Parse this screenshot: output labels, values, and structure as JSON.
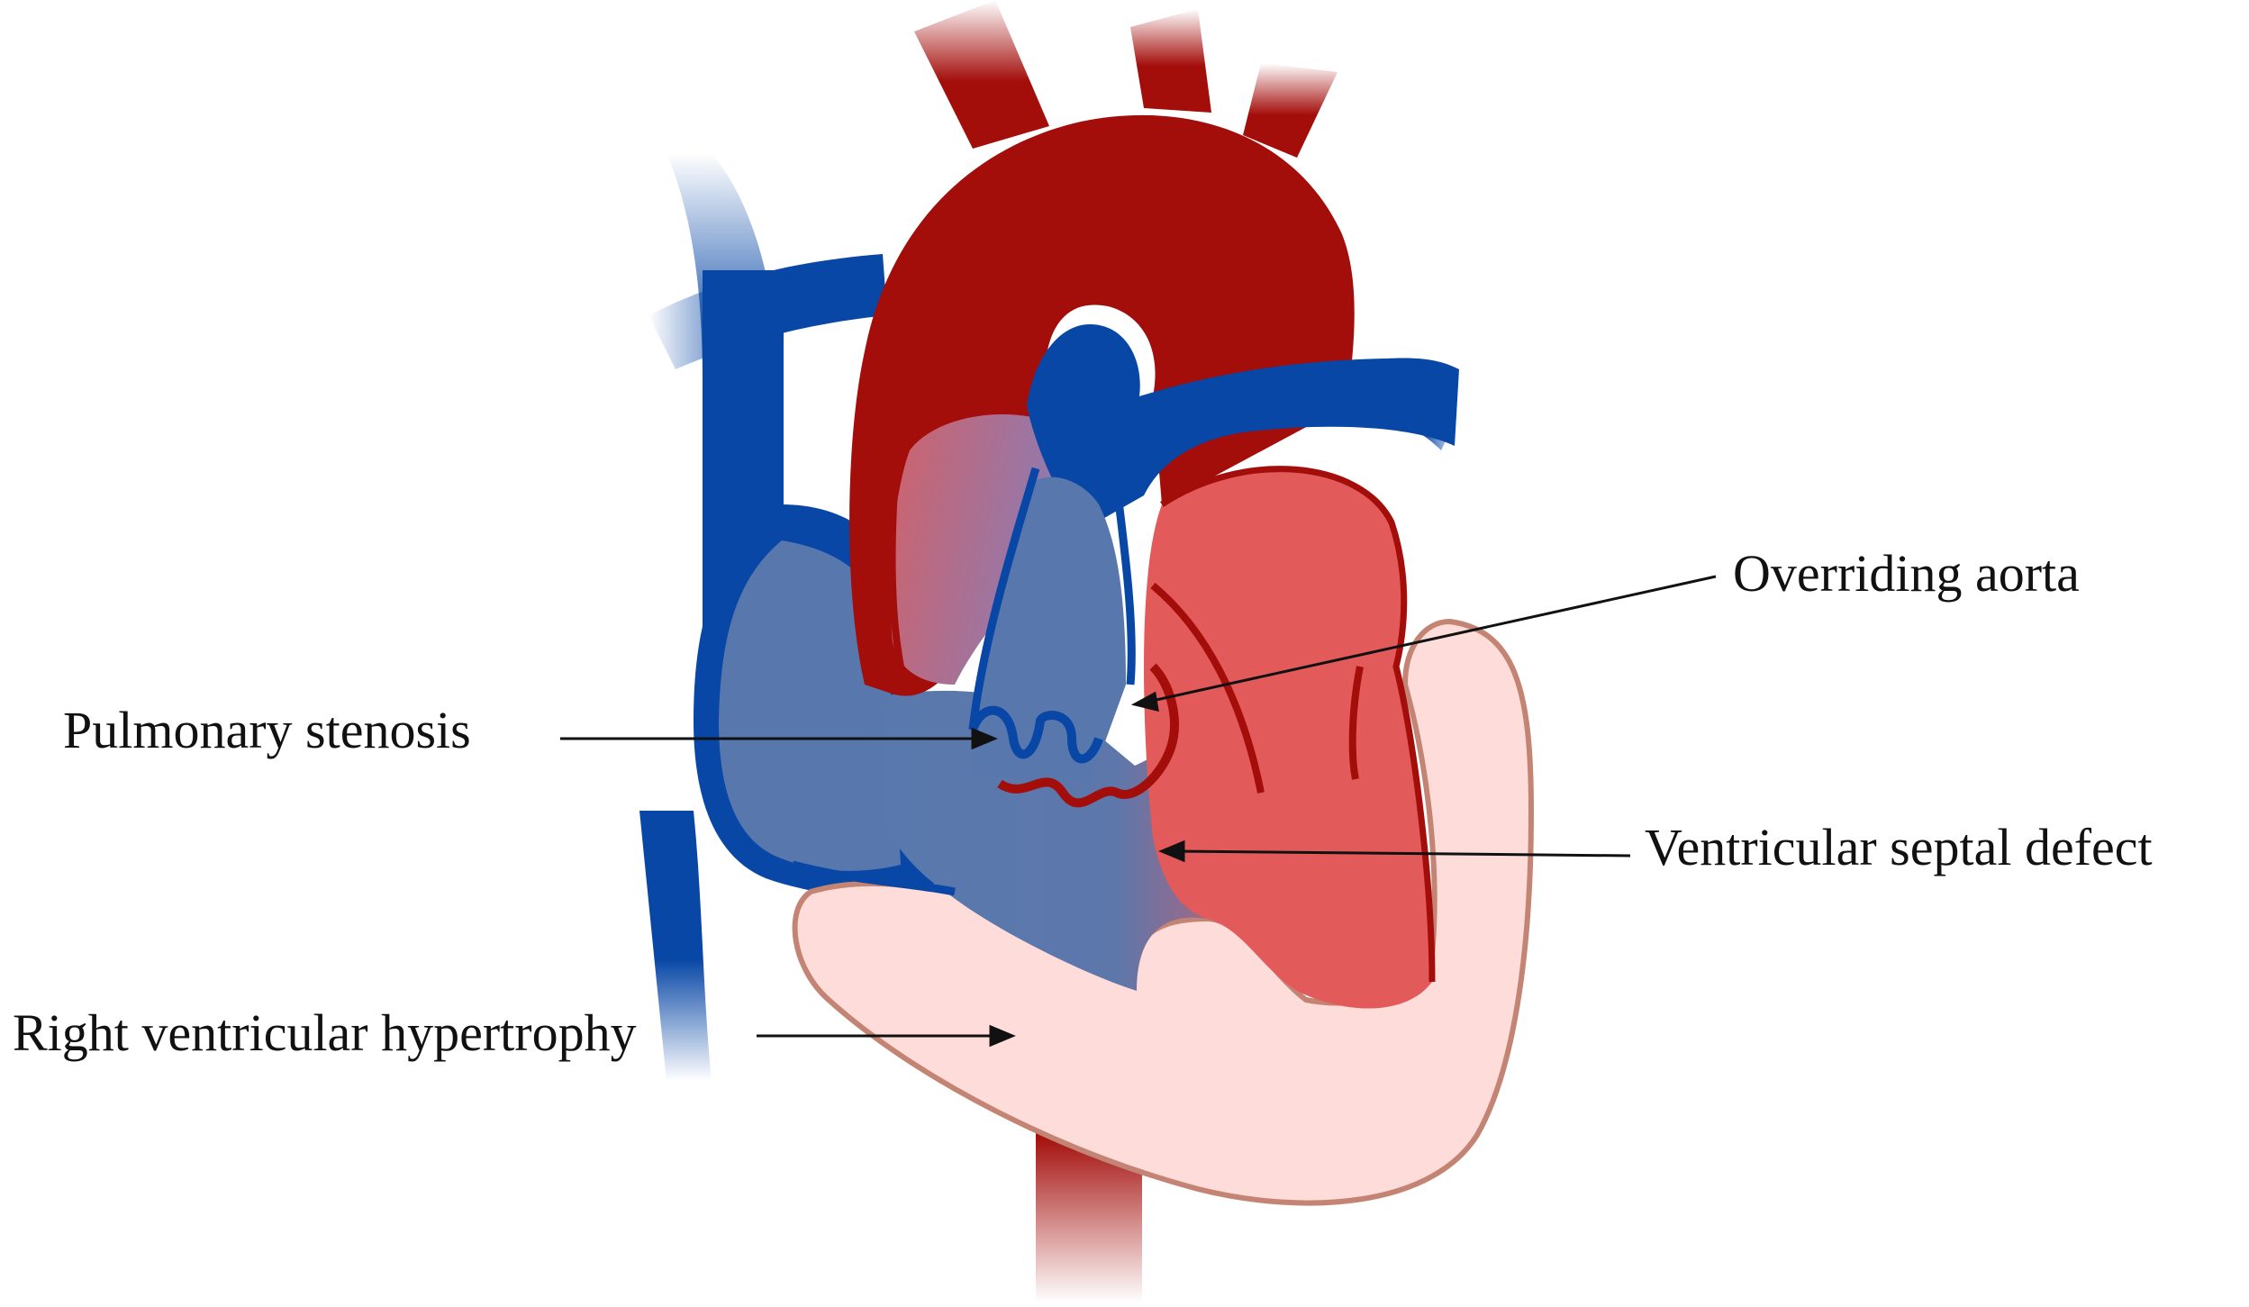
{
  "labels": {
    "overriding_aorta": "Overriding aorta",
    "pulmonary_stenosis": "Pulmonary stenosis",
    "ventricular_septal_defect": "Ventricular septal defect",
    "right_ventricular_hypertrophy": "Right ventricular hypertrophy"
  },
  "colors": {
    "oxygenated": "#a30d0a",
    "deoxygenated": "#0847a6",
    "left_heart": "#e35a5a",
    "right_heart": "#5878ad",
    "myocardium": "#fddcd9",
    "myocardium_border": "#c48474",
    "leader_line": "#111111"
  }
}
